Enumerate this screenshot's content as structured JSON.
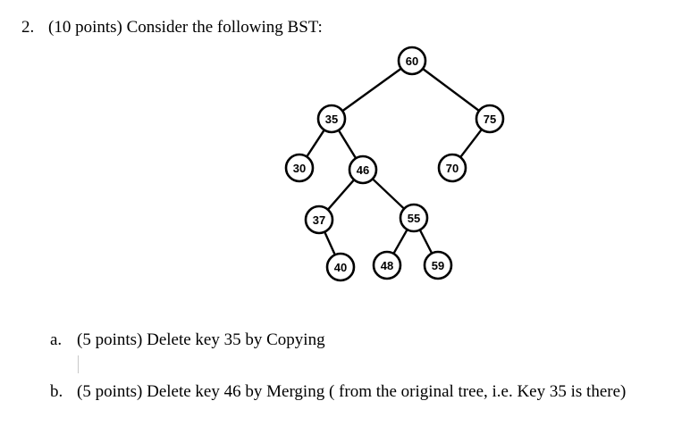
{
  "question": {
    "number": "2.",
    "text": "(10 points) Consider the following BST:"
  },
  "tree": {
    "nodes": [
      {
        "id": "n60",
        "key": "60"
      },
      {
        "id": "n35",
        "key": "35"
      },
      {
        "id": "n75",
        "key": "75"
      },
      {
        "id": "n30",
        "key": "30"
      },
      {
        "id": "n46",
        "key": "46"
      },
      {
        "id": "n70",
        "key": "70"
      },
      {
        "id": "n37",
        "key": "37"
      },
      {
        "id": "n55",
        "key": "55"
      },
      {
        "id": "n40",
        "key": "40"
      },
      {
        "id": "n48",
        "key": "48"
      },
      {
        "id": "n59",
        "key": "59"
      }
    ],
    "edges": [
      [
        "60",
        "35"
      ],
      [
        "60",
        "75"
      ],
      [
        "35",
        "30"
      ],
      [
        "35",
        "46"
      ],
      [
        "75",
        "70"
      ],
      [
        "46",
        "37"
      ],
      [
        "46",
        "55"
      ],
      [
        "37",
        "40"
      ],
      [
        "55",
        "48"
      ],
      [
        "55",
        "59"
      ]
    ]
  },
  "parts": [
    {
      "letter": "a.",
      "text": "(5 points) Delete key 35 by Copying"
    },
    {
      "letter": "b.",
      "text": "(5 points) Delete key 46 by Merging ( from the original tree, i.e. Key 35 is there)"
    }
  ]
}
